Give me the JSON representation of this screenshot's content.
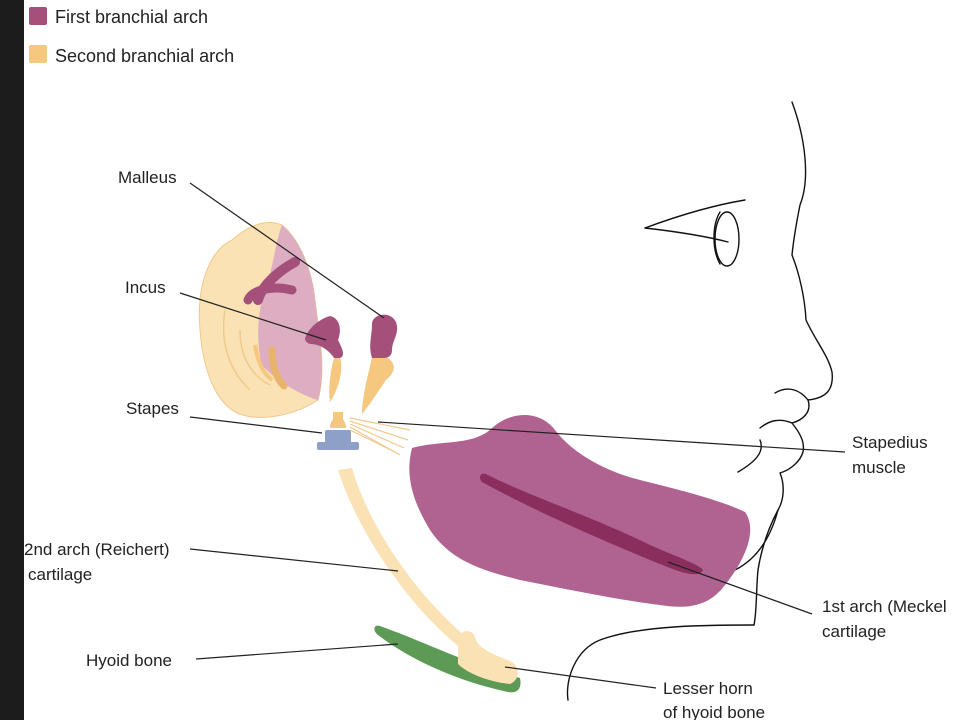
{
  "legend": {
    "items": [
      {
        "label": "First branchial arch",
        "color": "#a54f7b"
      },
      {
        "label": "Second branchial arch",
        "color": "#f5c77f"
      }
    ]
  },
  "labels": {
    "malleus": "Malleus",
    "incus": "Incus",
    "stapes": "Stapes",
    "stapedius_line1": "Stapedius",
    "stapedius_line2": "muscle",
    "reichert_line1": "2nd arch (Reichert)",
    "reichert_line2": "cartilage",
    "meckel_line1": "1st arch (Meckel",
    "meckel_line2": "cartilage",
    "hyoid": "Hyoid bone",
    "lesser_horn_line1": "Lesser horn",
    "lesser_horn_line2": "of hyoid bone"
  },
  "colors": {
    "first_arch": "#a54f7b",
    "first_arch_light": "#c48aa6",
    "second_arch": "#f5c77f",
    "second_arch_light": "#fbe2b4",
    "hyoid": "#5c9a55",
    "stapes_base": "#8fa0c8"
  }
}
